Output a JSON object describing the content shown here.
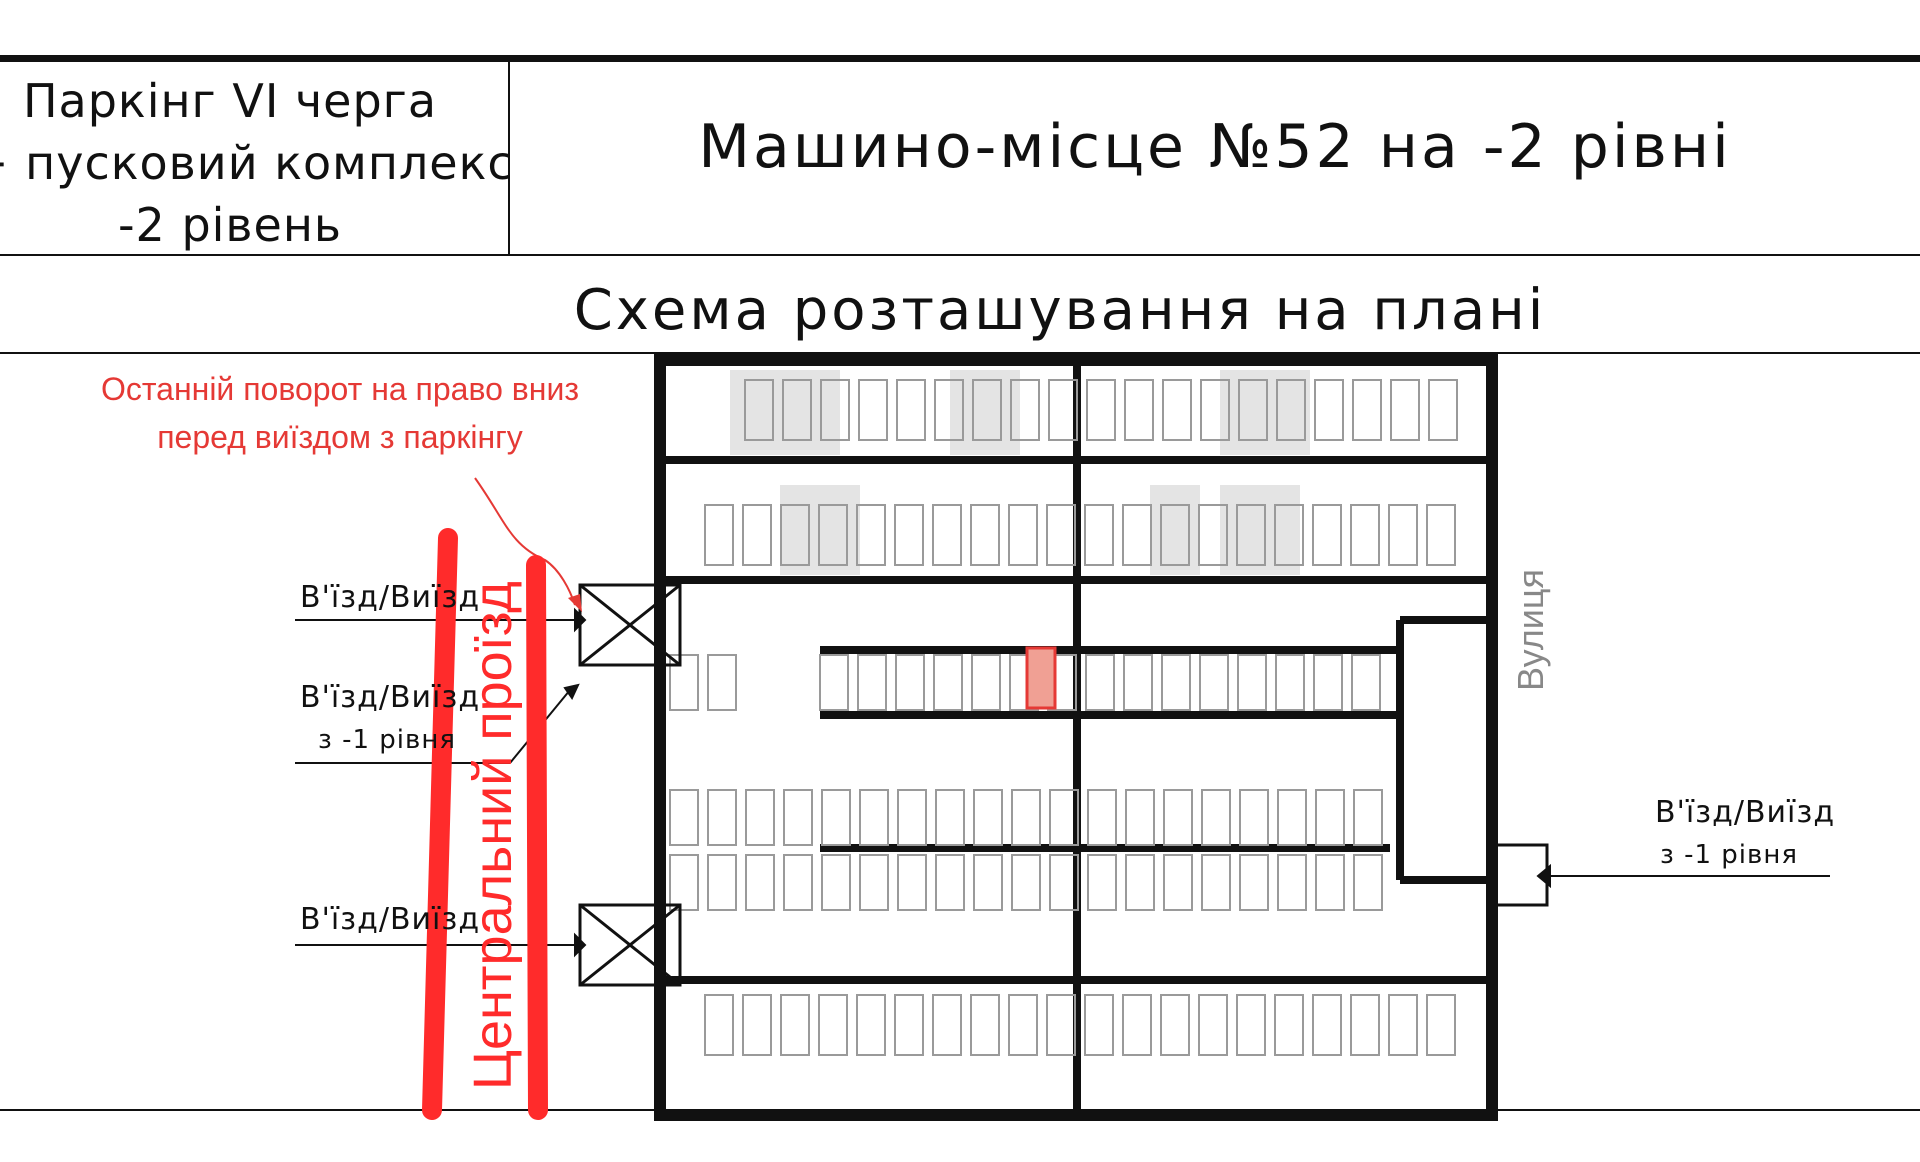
{
  "header": {
    "project_lines": [
      "Паркінг VI черга",
      "+ пусковий комплекс",
      "-2 рівень"
    ],
    "spot_title": "Машино-місце №52 на -2 рівні"
  },
  "scheme_title": "Схема розташування на плані",
  "annotation": {
    "lines": [
      "Останній поворот на право вниз",
      "перед виїздом з паркінгу"
    ],
    "color": "#e53935"
  },
  "entrances": [
    {
      "line1": "В'їзд/Виїзд",
      "line2": ""
    },
    {
      "line1": "В'їзд/Виїзд",
      "line2": "з -1 рівня"
    },
    {
      "line1": "В'їзд/Виїзд",
      "line2": ""
    },
    {
      "line1": "В'їзд/Виїзд",
      "line2": "з -1 рівня"
    }
  ],
  "street_label": "Вулиця",
  "central_passage_label": "Центральний проїзд",
  "colors": {
    "highlight_spot": "#f0a094",
    "highlight_border": "#e53935",
    "route_line": "#ff2b2b",
    "wall": "#111111",
    "spot_outline": "#9a9a9a"
  }
}
